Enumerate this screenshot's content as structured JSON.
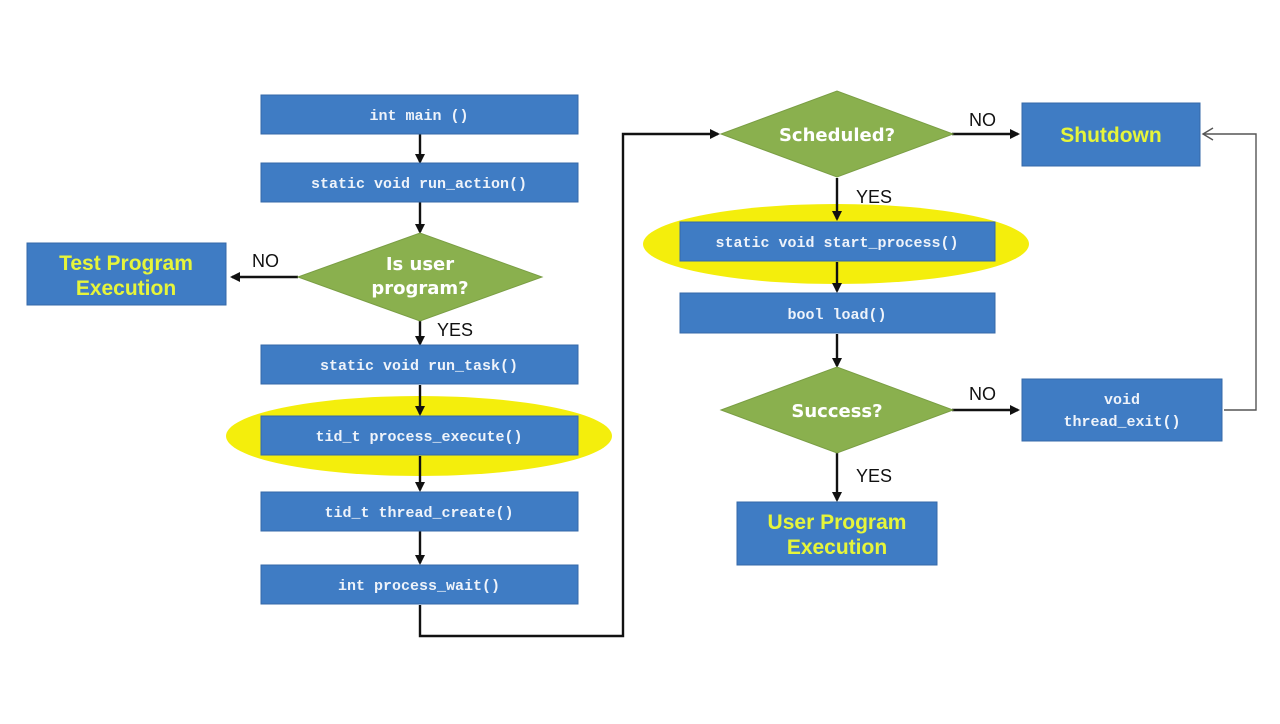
{
  "nodes": {
    "int_main": "int main ()",
    "run_action": "static void run_action()",
    "is_user_program_line1": "Is user",
    "is_user_program_line2": "program?",
    "test_program_line1": "Test Program",
    "test_program_line2": "Execution",
    "run_task": "static void run_task()",
    "process_execute": "tid_t process_execute()",
    "thread_create": "tid_t thread_create()",
    "process_wait": "int process_wait()",
    "scheduled": "Scheduled?",
    "shutdown": "Shutdown",
    "start_process": "static void start_process()",
    "load": "bool load()",
    "success": "Success?",
    "thread_exit_line1": "void",
    "thread_exit_line2": "thread_exit()",
    "user_program_line1": "User Program",
    "user_program_line2": "Execution"
  },
  "edges": {
    "no_user_program": "NO",
    "yes_user_program": "YES",
    "no_scheduled": "NO",
    "yes_scheduled": "YES",
    "no_success": "NO",
    "yes_success": "YES"
  },
  "colors": {
    "box": "#3f7cc4",
    "decision": "#8ab04e",
    "highlight": "#f4ee0c",
    "terminal_text": "#e6f53a"
  }
}
